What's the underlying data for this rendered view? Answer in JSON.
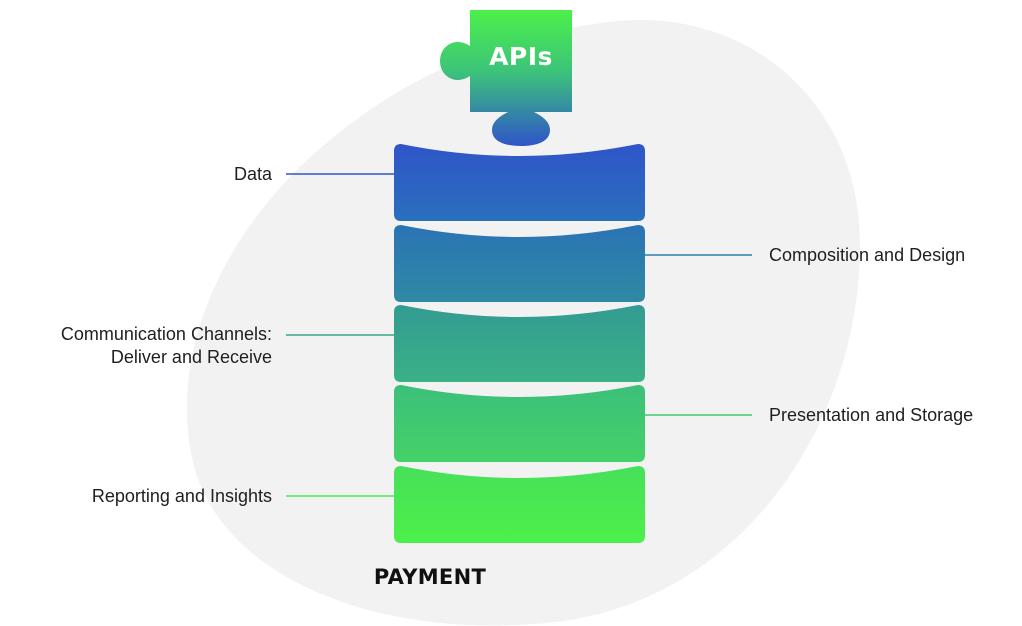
{
  "diagram": {
    "puzzle_piece_label": "APIs",
    "footer_label": "PAYMENT",
    "layers": [
      {
        "label": "Data",
        "label_side": "left",
        "color_top": "#2f55c8",
        "color_bottom": "#2a6fbd"
      },
      {
        "label": "Composition and Design",
        "label_side": "right",
        "color_top": "#2b73b4",
        "color_bottom": "#2e8aa4"
      },
      {
        "label_line1": "Communication Channels:",
        "label_line2": "Deliver and Receive",
        "label_side": "left",
        "color_top": "#339b93",
        "color_bottom": "#3ab186"
      },
      {
        "label": "Presentation and Storage",
        "label_side": "right",
        "color_top": "#3cbf7b",
        "color_bottom": "#45d267"
      },
      {
        "label": "Reporting and Insights",
        "label_side": "left",
        "color_top": "#47e05a",
        "color_bottom": "#4cf04a"
      }
    ],
    "colors": {
      "background_blob": "#f2f2f2",
      "puzzle_top": "#4cf04a",
      "puzzle_bottom": "#2f55c8",
      "text": "#1f1f1f"
    }
  }
}
